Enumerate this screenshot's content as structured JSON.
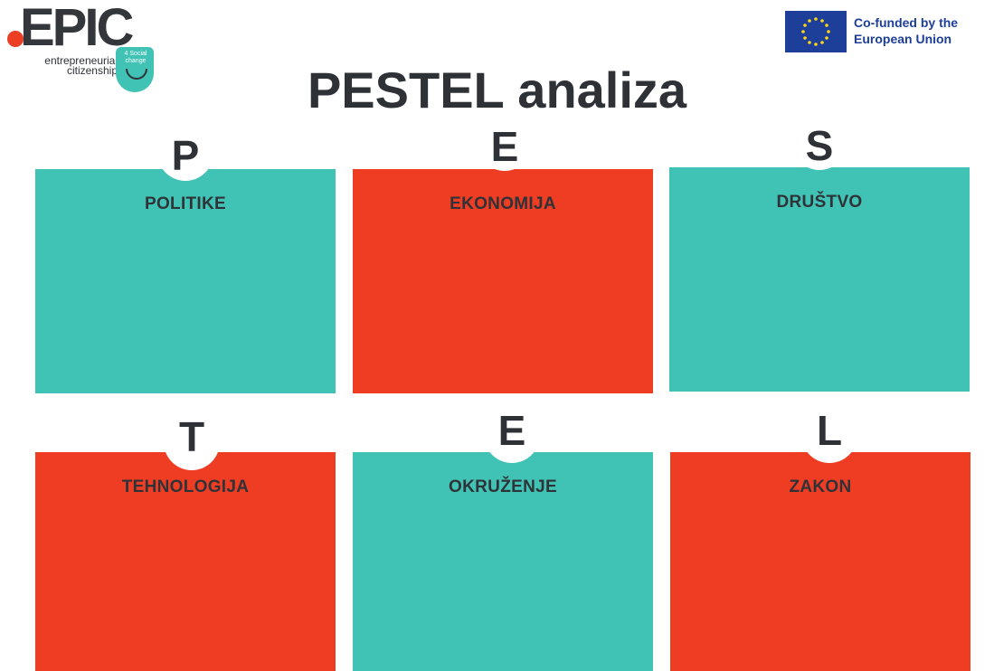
{
  "logo": {
    "word": "EPIC",
    "subtitle": "entrepreneurial citizenship",
    "badge": "4 Social change"
  },
  "funding": {
    "text": "Co-funded by the European Union",
    "flag_color": "#1d3f99"
  },
  "title": "PESTEL analiza",
  "colors": {
    "teal": "#40c2b4",
    "red": "#ee3d23",
    "text": "#2e3136"
  },
  "factors": [
    {
      "letter": "P",
      "label": "POLITIKE",
      "color": "teal"
    },
    {
      "letter": "E",
      "label": "EKONOMIJA",
      "color": "red"
    },
    {
      "letter": "S",
      "label": "DRUŠTVO",
      "color": "teal"
    },
    {
      "letter": "T",
      "label": "TEHNOLOGIJA",
      "color": "red"
    },
    {
      "letter": "E",
      "label": "OKRUŽENJE",
      "color": "teal"
    },
    {
      "letter": "L",
      "label": "ZAKON",
      "color": "red"
    }
  ]
}
